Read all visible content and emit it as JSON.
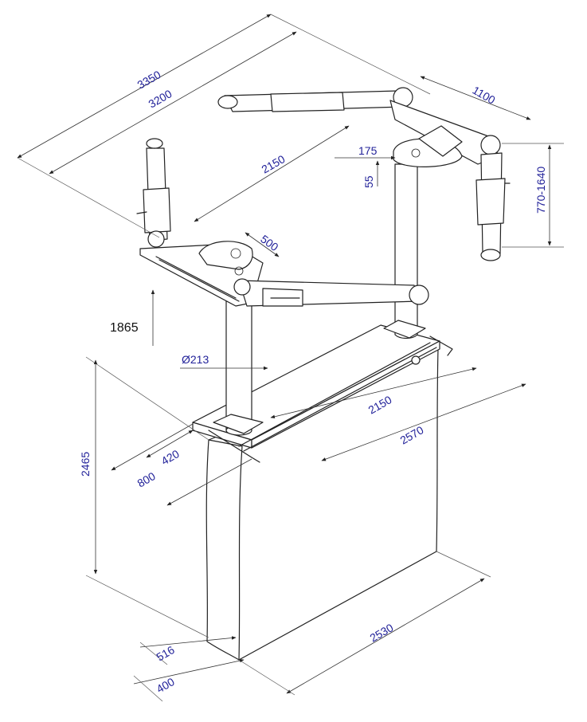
{
  "dimensions": {
    "d3350": "3350",
    "d3200": "3200",
    "d2150_top": "2150",
    "d500": "500",
    "d1100": "1100",
    "d175": "175",
    "d55": "55",
    "d770_1640": "770-1640",
    "d1865": "1865",
    "d213": "Ø213",
    "d2150_base": "2150",
    "d2570": "2570",
    "d420": "420",
    "d800": "800",
    "d2465": "2465",
    "d2530": "2530",
    "d516": "516",
    "d400": "400"
  },
  "colors": {
    "dimension_text": "#23239a",
    "outline": "#222222",
    "background": "#ffffff"
  }
}
